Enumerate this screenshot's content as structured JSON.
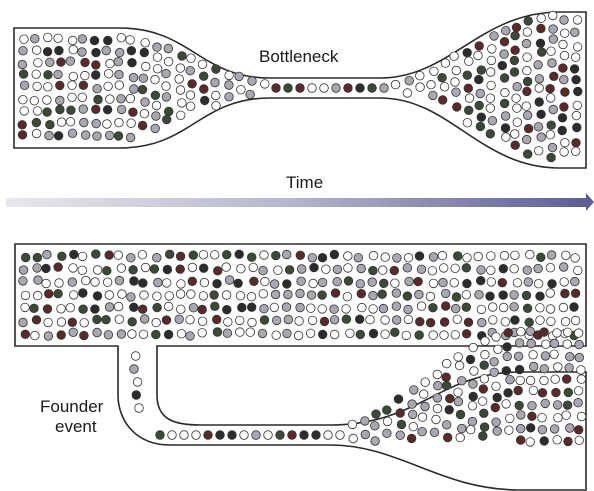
{
  "labels": {
    "bottleneck": "Bottleneck",
    "time": "Time",
    "founder_line1": "Founder",
    "founder_line2": "event"
  },
  "colors": {
    "outline": "#2a2a2a",
    "white_allele": "#ffffff",
    "gray_allele": "#a8a8b0",
    "dark_allele": "#2c2c2c",
    "dark_green_allele": "#3b4a36",
    "dark_red_allele": "#5a2a2a",
    "blue_allele": "#6f7fa6",
    "arrow_start": "#dcdce6",
    "arrow_end": "#6a6aa0"
  }
}
